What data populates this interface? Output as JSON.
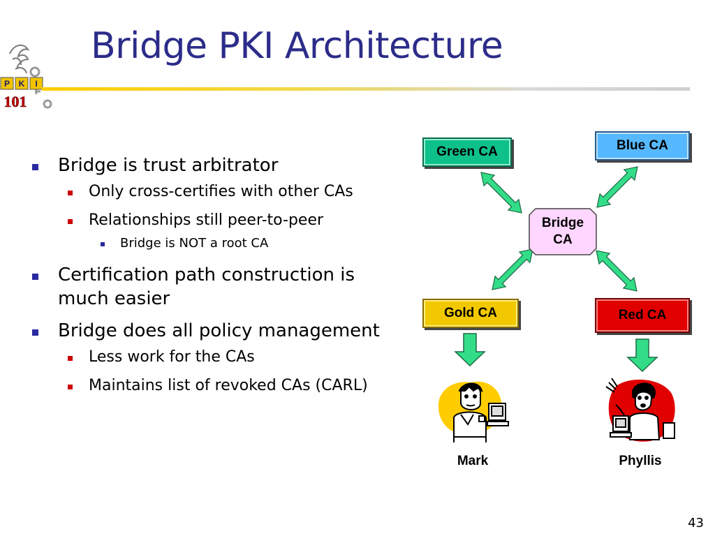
{
  "title": "Bridge PKI Architecture",
  "logo": {
    "letters": [
      "P",
      "K",
      "I"
    ],
    "number": "101"
  },
  "bullets": {
    "b1": "Bridge is trust arbitrator",
    "b1_1": "Only cross-certifies with other CAs",
    "b1_2": "Relationships still peer-to-peer",
    "b1_2_1": "Bridge is NOT a root CA",
    "b2": "Certification path construction is much easier",
    "b3": "Bridge does all policy management",
    "b3_1": "Less work for the CAs",
    "b3_2": "Maintains list of revoked CAs (CARL)"
  },
  "diagram": {
    "green_ca": "Green CA",
    "blue_ca": "Blue CA",
    "bridge_line1": "Bridge",
    "bridge_line2": "CA",
    "gold_ca": "Gold CA",
    "red_ca": "Red CA",
    "person_left": "Mark",
    "person_right": "Phyllis"
  },
  "colors": {
    "title": "#2c2c8a",
    "arrow": "#33dd88",
    "bridge_fill": "#ffd6ff",
    "green": "#0ec08a",
    "blue": "#56b8ff",
    "gold": "#f2c800",
    "red": "#e00000"
  },
  "slide_number": "43"
}
